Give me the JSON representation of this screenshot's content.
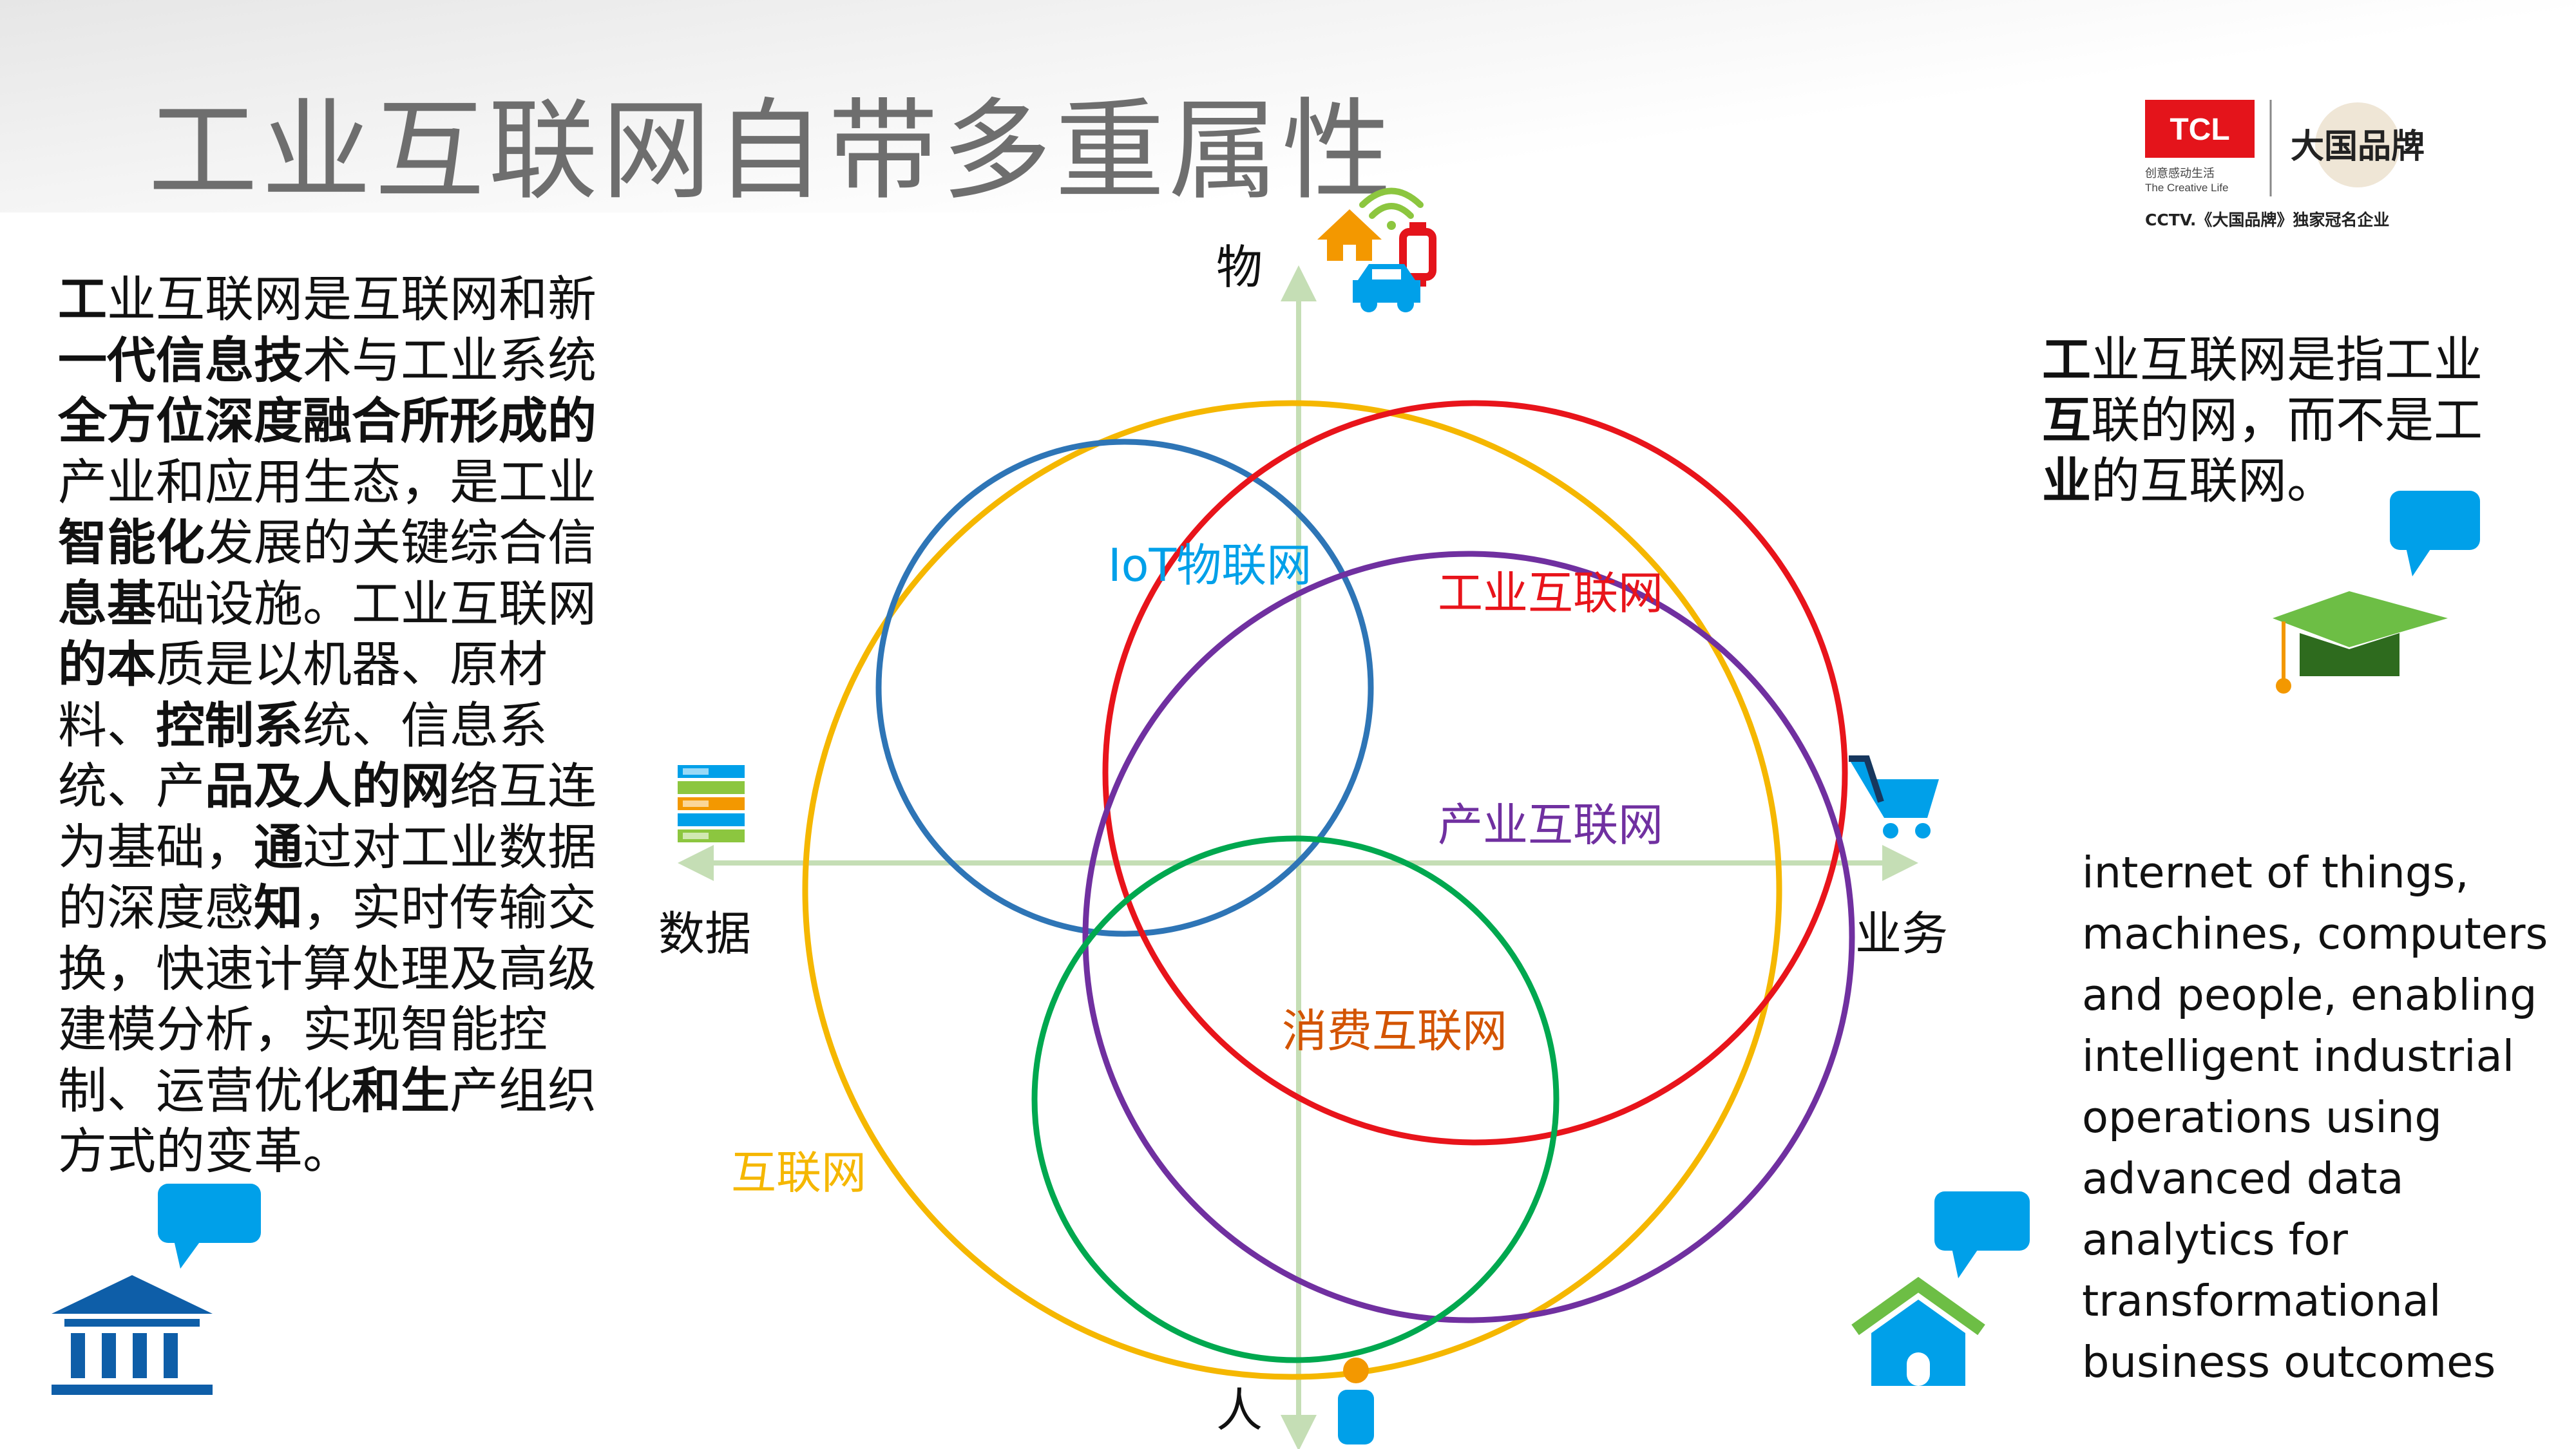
{
  "title": "工业互联网自带多重属性",
  "left_text": {
    "segments": [
      {
        "text": "工",
        "bold": true
      },
      {
        "text": "业互联网是互联网和新",
        "bold": false
      },
      {
        "text": "一代信息技",
        "bold": true
      },
      {
        "text": "术与工业系统",
        "bold": false
      },
      {
        "text": "全方位深度融合所形成的",
        "bold": true
      },
      {
        "text": "产业和应用生态，是工业",
        "bold": false
      },
      {
        "text": "智能化",
        "bold": true
      },
      {
        "text": "发展的关键综合信",
        "bold": false
      },
      {
        "text": "息基",
        "bold": true
      },
      {
        "text": "础设施。工业互联网",
        "bold": false
      },
      {
        "text": "的本",
        "bold": true
      },
      {
        "text": "质是以机器、原材料、",
        "bold": false
      },
      {
        "text": "控制系",
        "bold": true
      },
      {
        "text": "统、信息系统、产",
        "bold": false
      },
      {
        "text": "品及人的网",
        "bold": true
      },
      {
        "text": "络互连为基础，",
        "bold": false
      },
      {
        "text": "通",
        "bold": true
      },
      {
        "text": "过对工业数据的深度感",
        "bold": false
      },
      {
        "text": "知",
        "bold": true
      },
      {
        "text": "，实时传输交换，快速计算处理及高级建模分析，实现智能控制、运营优化",
        "bold": false
      },
      {
        "text": "和生",
        "bold": true
      },
      {
        "text": "产组织方式的变革。",
        "bold": false
      }
    ]
  },
  "right_cn": {
    "segments": [
      {
        "text": "工",
        "bold": true
      },
      {
        "text": "业互联网是指工业",
        "bold": false
      },
      {
        "text": "互",
        "bold": true
      },
      {
        "text": "联的网，而不是工",
        "bold": false
      },
      {
        "text": "业",
        "bold": true
      },
      {
        "text": "的互联网。",
        "bold": false
      }
    ]
  },
  "right_en": "internet of things, machines, computers and people, enabling intelligent industrial operations using advanced data analytics for transformational business outcomes",
  "logo": {
    "brand": "TCL",
    "slogan_cn": "创意感动生活",
    "slogan_en": "The Creative Life",
    "partner_cn": "大国品牌",
    "caption": "CCTV.《大国品牌》独家冠名企业"
  },
  "diagram": {
    "axes": {
      "top": "物",
      "bottom": "人",
      "left": "数据",
      "right": "业务"
    },
    "circles": [
      {
        "id": "internet",
        "label": "互联网",
        "color": "#F5B700"
      },
      {
        "id": "iot",
        "label": "IoT物联网",
        "color": "#2E75B6"
      },
      {
        "id": "industrial",
        "label": "工业互联网",
        "color": "#E8141B"
      },
      {
        "id": "industry",
        "label": "产业互联网",
        "color": "#7030A0"
      },
      {
        "id": "consumer",
        "label": "消费互联网",
        "color": "#00A84F"
      }
    ],
    "label_colors": {
      "internet": "#F5B700",
      "iot": "#00A0E9",
      "industrial": "#E8141B",
      "industry": "#7030A0",
      "consumer": "#D35400"
    },
    "axis_color": "#C5DEB5"
  },
  "icons": [
    "home-icon",
    "wifi-icon",
    "car-icon",
    "watch-icon",
    "server-icon",
    "shopping-cart-icon",
    "person-icon",
    "graduation-cap-icon",
    "bank-icon",
    "house-icon",
    "speech-bubble-icon"
  ]
}
